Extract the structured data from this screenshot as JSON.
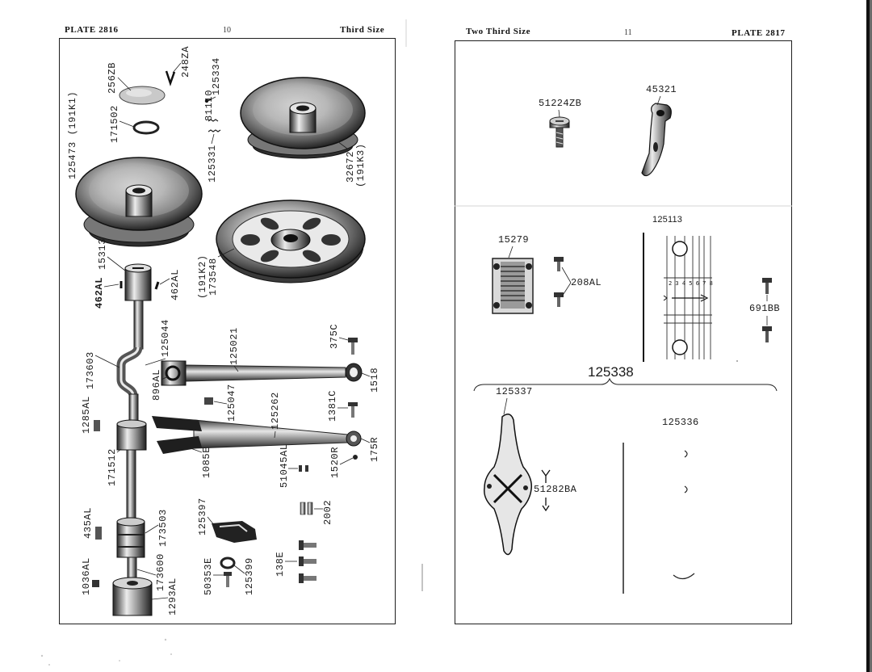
{
  "left_page": {
    "header": {
      "plate": "PLATE 2816",
      "page_number": "10",
      "size_note": "Third Size"
    },
    "callouts": [
      "125473 (191K1)",
      "171502",
      "256ZB",
      "248ZA",
      "81110",
      "125334",
      "125331",
      "32672",
      "(191K3)",
      "462AL",
      "15313",
      "462AL",
      "(191K2)",
      "173548",
      "173603",
      "125044",
      "896AL",
      "125021",
      "375C",
      "1518",
      "1285AL",
      "125047",
      "125262",
      "1381C",
      "171512",
      "1085E",
      "51045AL",
      "1520R",
      "175R",
      "435AL",
      "173503",
      "125397",
      "2002",
      "1036AL",
      "173600",
      "1293AL",
      "50353E",
      "125399",
      "138E"
    ]
  },
  "right_page": {
    "header": {
      "size_note": "Two Third Size",
      "page_number": "11",
      "plate": "PLATE 2817"
    },
    "callouts": {
      "screw_51224zb": "51224ZB",
      "latch_45321": "45321",
      "plate_125113": "125113",
      "feed_dog_15279": "15279",
      "screws_208al": "208AL",
      "screws_691bb": "691BB",
      "group_125338": "125338",
      "tool_125337": "125337",
      "plate_125336": "125336",
      "screw_51282ba": "51282BA"
    },
    "gauge_scale": "2 3 4 5 6 7 8"
  }
}
